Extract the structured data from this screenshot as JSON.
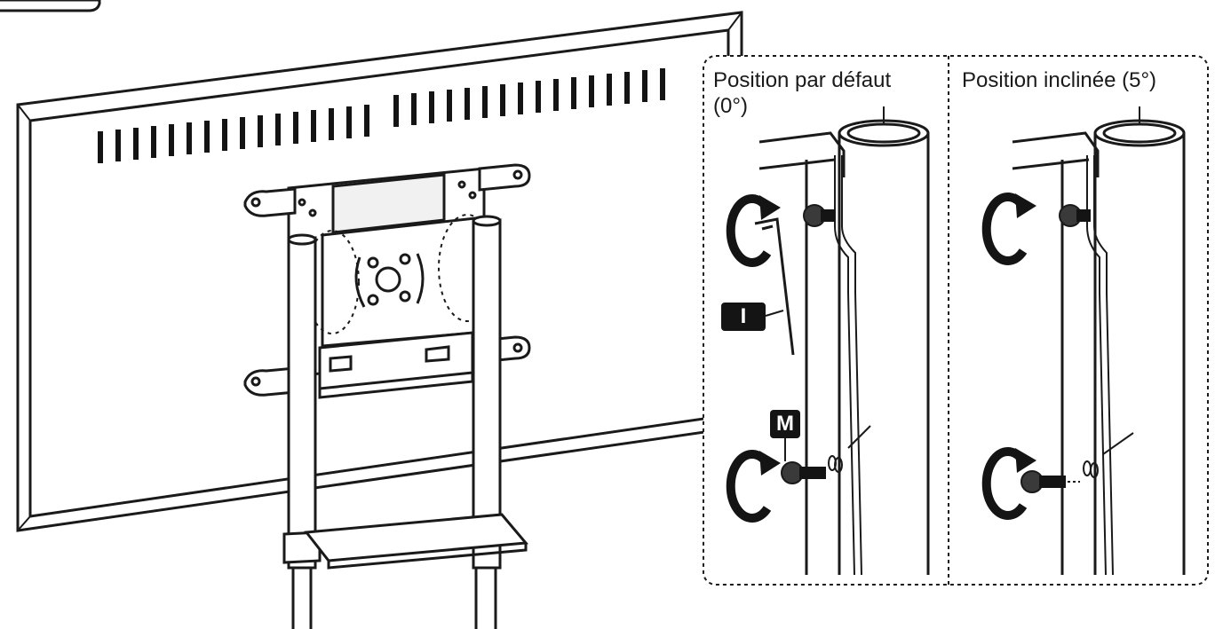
{
  "panels": {
    "default": {
      "label_line1": "Position par défaut",
      "label_line2": "(0°)"
    },
    "tilted": {
      "label": "Position inclinée (5°)"
    }
  },
  "badges": {
    "tool": "I",
    "screw": "M"
  },
  "icons": [
    "rotate-clockwise-icon",
    "hex-key-icon",
    "screw-icon"
  ],
  "colors": {
    "line": "#1a1a1a",
    "fill_dark": "#141414",
    "background": "#ffffff"
  }
}
